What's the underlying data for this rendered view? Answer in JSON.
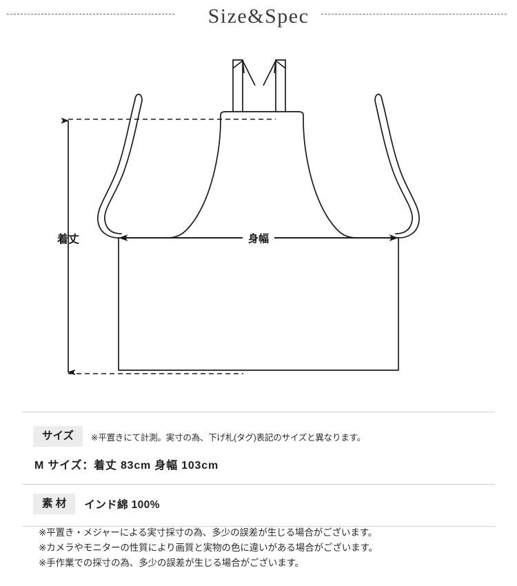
{
  "title": {
    "text": "Size&Spec"
  },
  "diagram": {
    "length_label": "着丈",
    "width_label": "身幅",
    "garment": "apron"
  },
  "spec": {
    "size": {
      "badge": "サイズ",
      "note": "※平置きにて計測。実寸の為、下げ札(タグ)表記のサイズと異なります。",
      "measurement": "M サイズ：着丈 83cm 身幅 103cm"
    },
    "material": {
      "badge": "素 材",
      "value": "インド綿 100%"
    }
  },
  "footnotes": [
    "※平置き・メジャーによる実寸採寸の為、多少の誤差が生じる場合がございます。",
    "※カメラやモニターの性質により画質と実物の色に違いがある場合がございます。",
    "※手作業での採寸の為、多少の誤差が生じる場合がございます。"
  ],
  "colors": {
    "line": "#1a1a1a",
    "badge_bg": "#ececec",
    "rule": "#d2d2d2",
    "text": "#231f20"
  }
}
